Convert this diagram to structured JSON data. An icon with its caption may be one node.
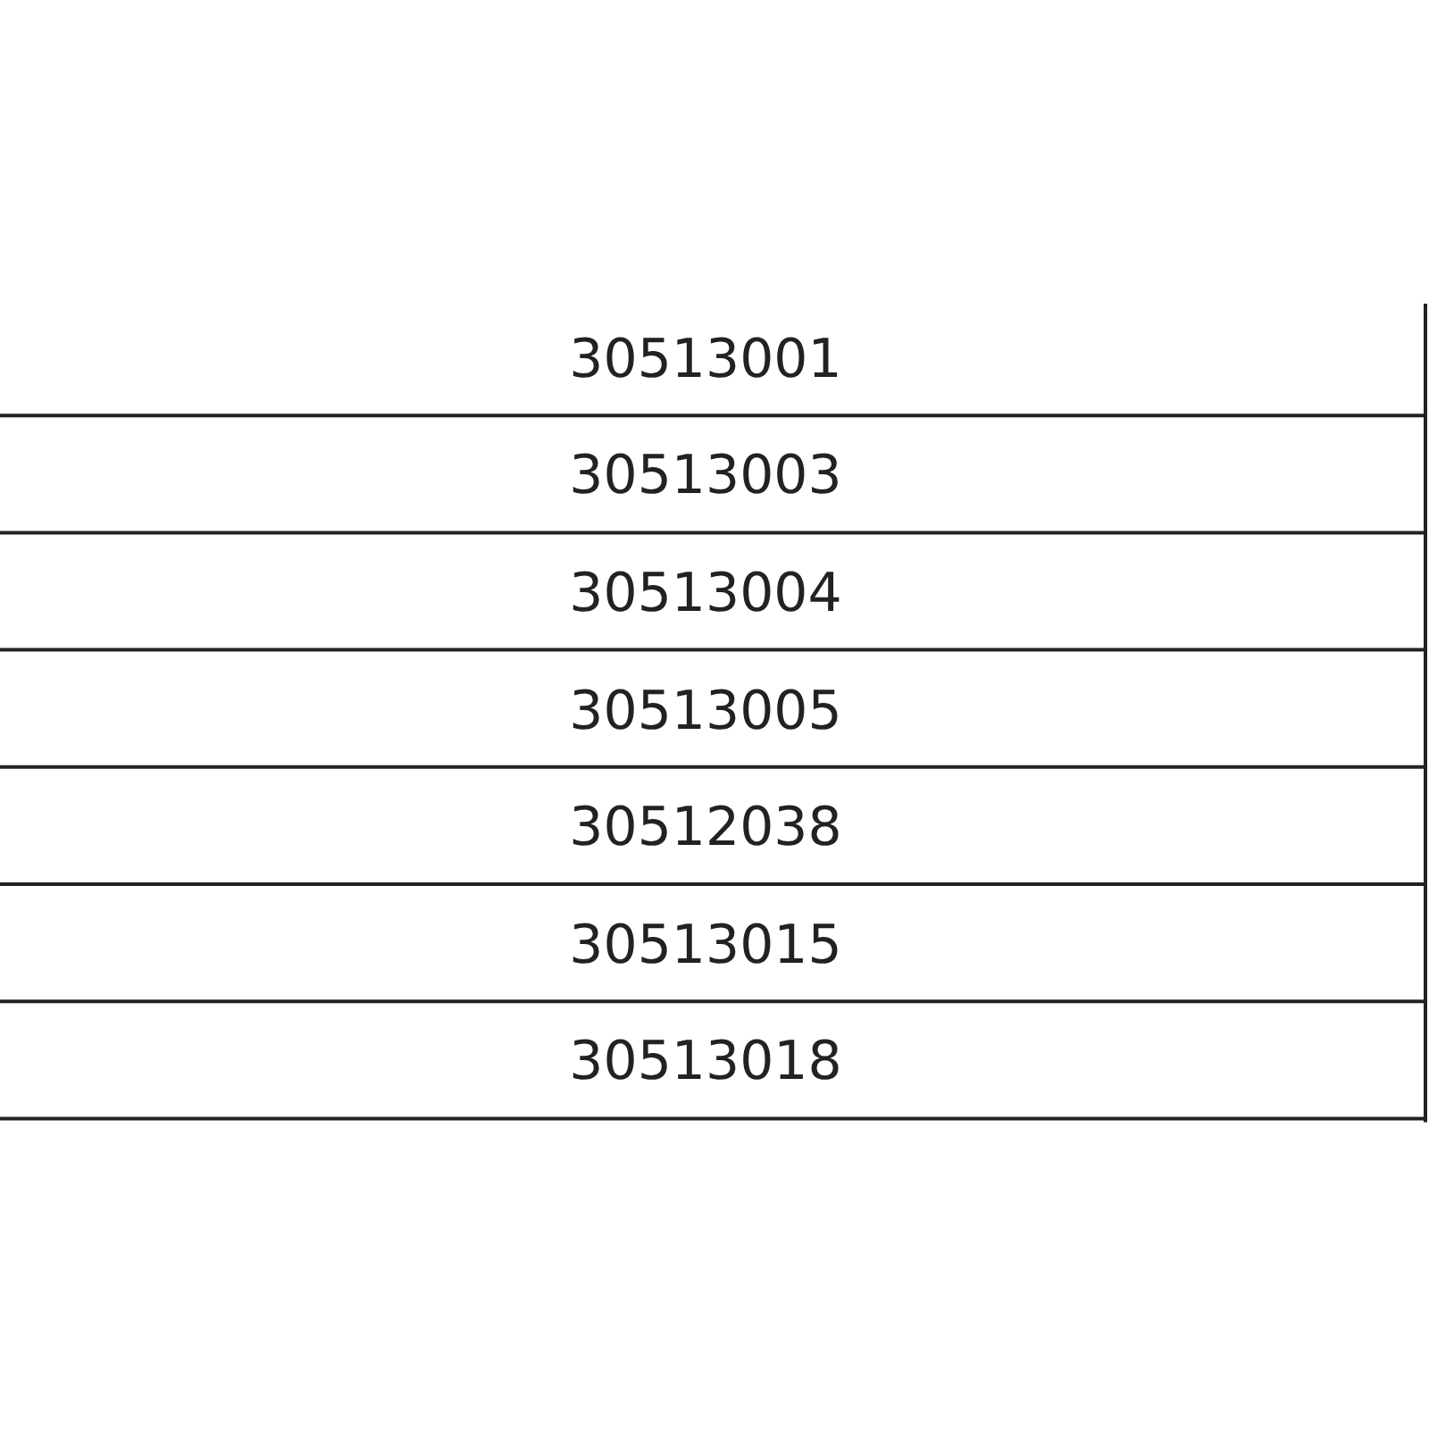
{
  "diagram": {
    "labels": [
      "30513001",
      "30513003",
      "30513004",
      "30513005",
      "30512038",
      "30513015",
      "30513018"
    ]
  }
}
